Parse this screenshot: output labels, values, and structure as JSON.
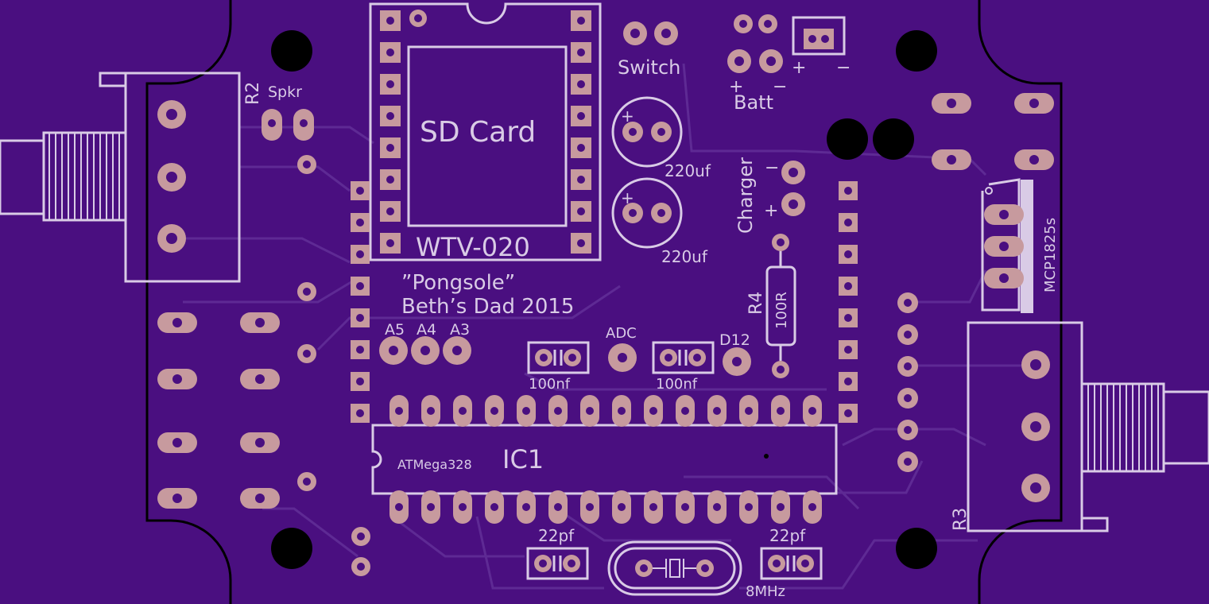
{
  "board": {
    "colors": {
      "substrate": "#4a0f80",
      "silkscreen": "#d9cbe6",
      "pad": "#c79a9e",
      "edge": "#000000",
      "trace": "#5e2a94"
    },
    "labels": {
      "r2": "R2",
      "spkr": "Spkr",
      "sd_card": "SD Card",
      "wtv": "WTV-020",
      "switch": "Switch",
      "cap_220a": "220uf",
      "cap_220b": "220uf",
      "plus": "+",
      "minus": "−",
      "batt": "Batt",
      "conn_plus": "+",
      "conn_minus": "−",
      "batt_plus": "+",
      "batt_minus": "−",
      "charger": "Charger",
      "charger_plus": "+",
      "charger_minus": "−",
      "mcp": "MCP1825s",
      "pongsole": "”Pongsole”",
      "author": "Beth’s Dad 2015",
      "a5": "A5",
      "a4": "A4",
      "a3": "A3",
      "adc": "ADC",
      "d12": "D12",
      "cap_100a": "100nf",
      "cap_100b": "100nf",
      "r4": "R4",
      "r4_value": "100R",
      "atmega": "ATMega328",
      "ic1": "IC1",
      "r3": "R3",
      "cap_22a": "22pf",
      "cap_22b": "22pf",
      "crystal": "8MHz"
    }
  }
}
